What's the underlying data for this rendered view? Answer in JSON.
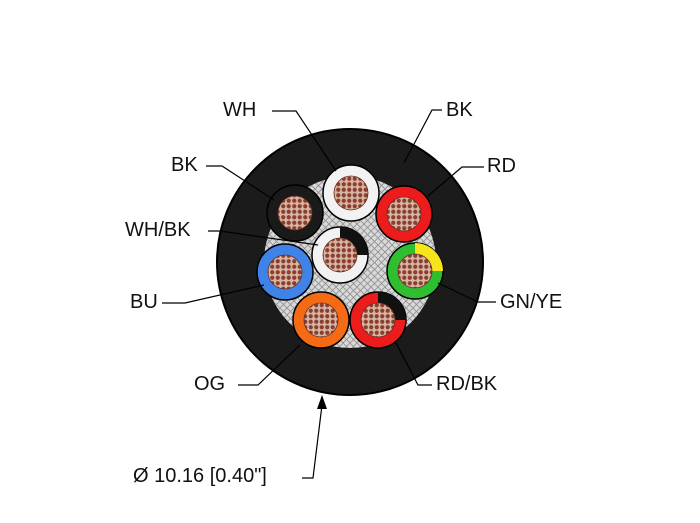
{
  "cable": {
    "jacket": {
      "label": "BK",
      "color": "#1b1b1b"
    },
    "conductors": [
      {
        "id": "wh",
        "label": "WH",
        "color": "#f2f2f2"
      },
      {
        "id": "rd",
        "label": "RD",
        "color": "#ec1c1c"
      },
      {
        "id": "gnye",
        "label": "GN/YE",
        "color": "#2fbe2f",
        "stripe_color": "#f6e51c"
      },
      {
        "id": "rdbk",
        "label": "RD/BK",
        "color": "#ec1c1c",
        "stripe_color": "#111111"
      },
      {
        "id": "og",
        "label": "OG",
        "color": "#f56a14"
      },
      {
        "id": "bu",
        "label": "BU",
        "color": "#3f82e8"
      },
      {
        "id": "whbk",
        "label": "WH/BK",
        "color": "#f2f2f2",
        "stripe_color": "#111111"
      },
      {
        "id": "bk",
        "label": "BK",
        "color": "#1a1a1a"
      }
    ],
    "diameter_label": "Ø 10.16 [0.40\"]"
  }
}
